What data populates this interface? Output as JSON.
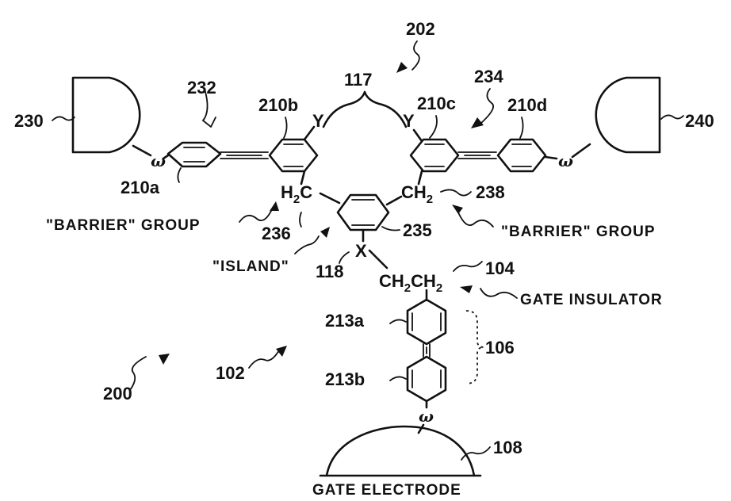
{
  "refs": {
    "r200": "200",
    "r202": "202",
    "r117": "117",
    "r232": "232",
    "r234": "234",
    "r230": "230",
    "r240": "240",
    "r210a": "210a",
    "r210b": "210b",
    "r210c": "210c",
    "r210d": "210d",
    "r236": "236",
    "r235": "235",
    "r238": "238",
    "r118": "118",
    "r104": "104",
    "r102": "102",
    "r106": "106",
    "r213a": "213a",
    "r213b": "213b",
    "r108": "108"
  },
  "atoms": {
    "y_left": "Y",
    "y_right": "Y",
    "x": "X",
    "omega_left": "ω",
    "omega_right": "ω",
    "omega_bottom": "ω",
    "h2c_h": "H",
    "h2c_2": "2",
    "h2c_c": "C",
    "ch2_right_ch": "CH",
    "ch2_right_2": "2",
    "ch2ch2_ch_a": "CH",
    "ch2ch2_2_a": "2",
    "ch2ch2_ch_b": "CH",
    "ch2ch2_2_b": "2"
  },
  "captions": {
    "barrier_left": "\"BARRIER\" GROUP",
    "barrier_right": "\"BARRIER\" GROUP",
    "island": "\"ISLAND\"",
    "gate_insulator": "GATE INSULATOR",
    "gate_electrode": "GATE ELECTRODE"
  }
}
